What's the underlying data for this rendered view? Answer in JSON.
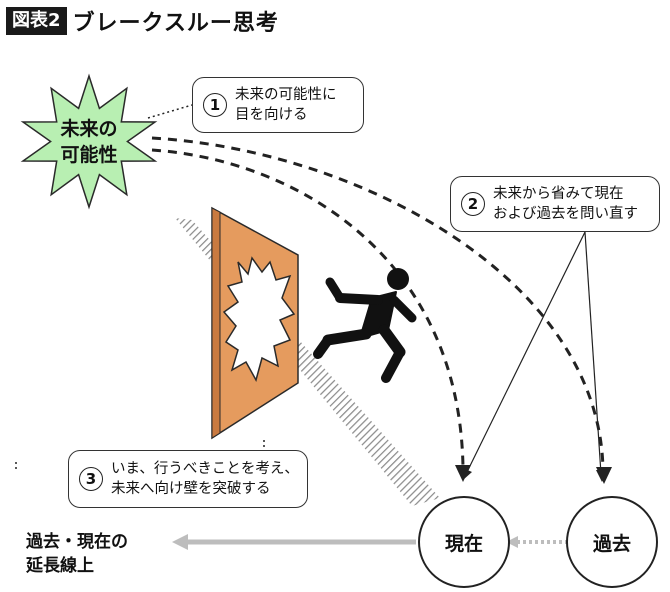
{
  "header": {
    "figure_label": "図表2",
    "title": "ブレークスルー思考"
  },
  "star": {
    "line1": "未来の",
    "line2": "可能性"
  },
  "callouts": [
    {
      "num": "1",
      "line1": "未来の可能性に",
      "line2": "目を向ける"
    },
    {
      "num": "2",
      "line1": "未来から省みて現在",
      "line2": "および過去を問い直す"
    },
    {
      "num": "3",
      "line1": "いま、行うべきことを考え、",
      "line2": "未来へ向け壁を突破する"
    }
  ],
  "nodes": {
    "present": "現在",
    "past": "過去"
  },
  "extension_label": {
    "line1": "過去・現在の",
    "line2": "延長線上"
  },
  "colors": {
    "star_fill": "#b8efb2",
    "wall_fill": "#e59b5e",
    "hatch": "#9a9a9a",
    "gray_arrow": "#bdbdbd"
  },
  "icons": [
    "breakthrough-star-icon",
    "broken-wall-icon",
    "jumping-person-icon"
  ]
}
